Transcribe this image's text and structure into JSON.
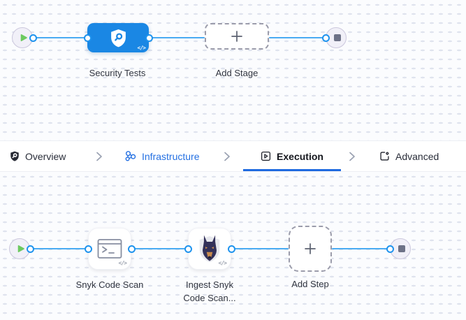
{
  "stage_pipeline": {
    "stages": [
      {
        "label": "Security Tests",
        "icon": "security-shield-icon",
        "color": "#1a87e4"
      }
    ],
    "add_stage_label": "Add Stage"
  },
  "tab_bar": {
    "items": [
      {
        "label": "Overview",
        "icon": "shield-icon",
        "state": "default"
      },
      {
        "label": "Infrastructure",
        "icon": "infrastructure-icon",
        "state": "highlighted"
      },
      {
        "label": "Execution",
        "icon": "execution-icon",
        "state": "active"
      },
      {
        "label": "Advanced",
        "icon": "advanced-icon",
        "state": "default"
      }
    ]
  },
  "step_pipeline": {
    "steps": [
      {
        "label": "Snyk Code Scan",
        "icon": "terminal-icon"
      },
      {
        "label": "Ingest Snyk Code Scan...",
        "icon": "snyk-dog-icon"
      }
    ],
    "add_step_label": "Add Step"
  },
  "badges": {
    "code": "</>"
  },
  "colors": {
    "stage_node_blue": "#1a87e4",
    "link_blue": "#49abf2",
    "port_ring_blue": "#1e93ee",
    "active_tab_blue": "#1f6be0",
    "highlighted_tab_blue": "#2470e2",
    "play_green": "#6cc95f",
    "stop_gray": "#6d7287",
    "canvas_bg": "#fbfcfe",
    "label_text": "#30343f"
  }
}
